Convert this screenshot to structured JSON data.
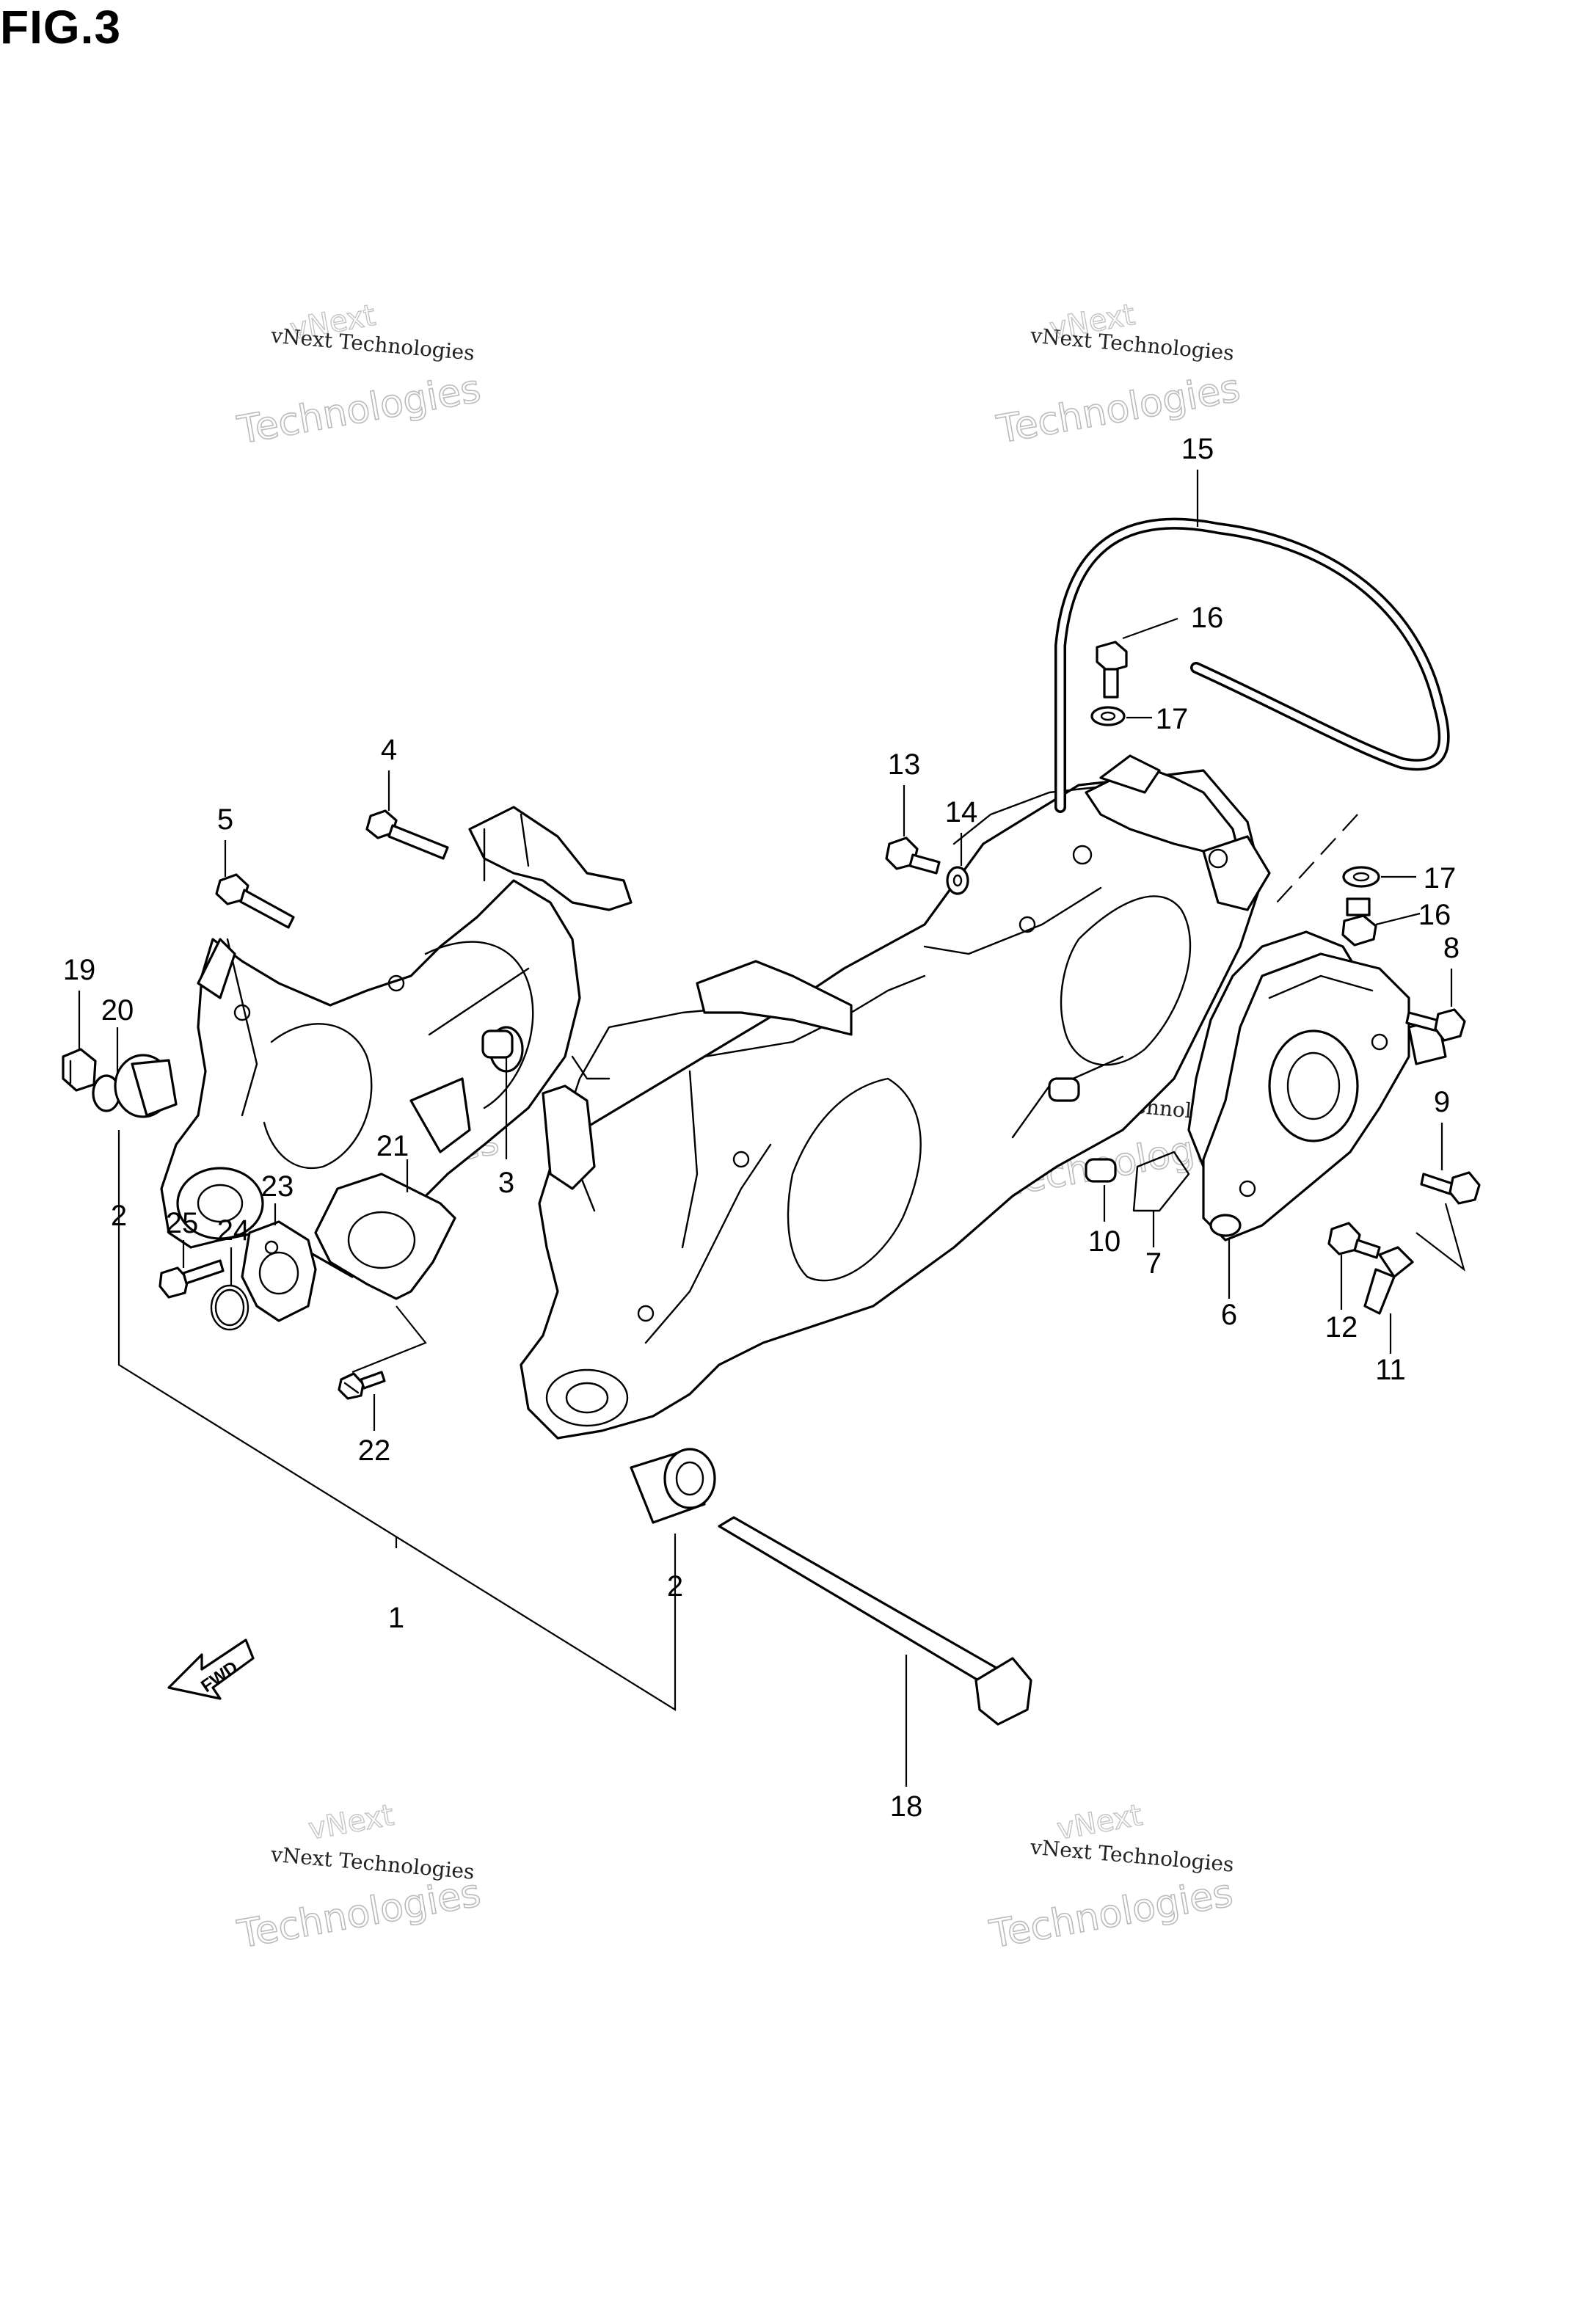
{
  "figure": {
    "title": "FIG.3",
    "fwd_label": "FWD"
  },
  "watermark": {
    "line1": "vNext Technologies",
    "line2": "Technologies",
    "line3": "vNext"
  },
  "callouts": [
    {
      "id": "c1",
      "text": "1"
    },
    {
      "id": "c2a",
      "text": "2"
    },
    {
      "id": "c2b",
      "text": "2"
    },
    {
      "id": "c3",
      "text": "3"
    },
    {
      "id": "c4",
      "text": "4"
    },
    {
      "id": "c5",
      "text": "5"
    },
    {
      "id": "c6",
      "text": "6"
    },
    {
      "id": "c7",
      "text": "7"
    },
    {
      "id": "c8",
      "text": "8"
    },
    {
      "id": "c9",
      "text": "9"
    },
    {
      "id": "c10",
      "text": "10"
    },
    {
      "id": "c11",
      "text": "11"
    },
    {
      "id": "c12",
      "text": "12"
    },
    {
      "id": "c13",
      "text": "13"
    },
    {
      "id": "c14",
      "text": "14"
    },
    {
      "id": "c15",
      "text": "15"
    },
    {
      "id": "c16a",
      "text": "16"
    },
    {
      "id": "c16b",
      "text": "16"
    },
    {
      "id": "c17a",
      "text": "17"
    },
    {
      "id": "c17b",
      "text": "17"
    },
    {
      "id": "c18",
      "text": "18"
    },
    {
      "id": "c19",
      "text": "19"
    },
    {
      "id": "c20",
      "text": "20"
    },
    {
      "id": "c21",
      "text": "21"
    },
    {
      "id": "c22",
      "text": "22"
    },
    {
      "id": "c23",
      "text": "23"
    },
    {
      "id": "c24",
      "text": "24"
    },
    {
      "id": "c25",
      "text": "25"
    }
  ]
}
